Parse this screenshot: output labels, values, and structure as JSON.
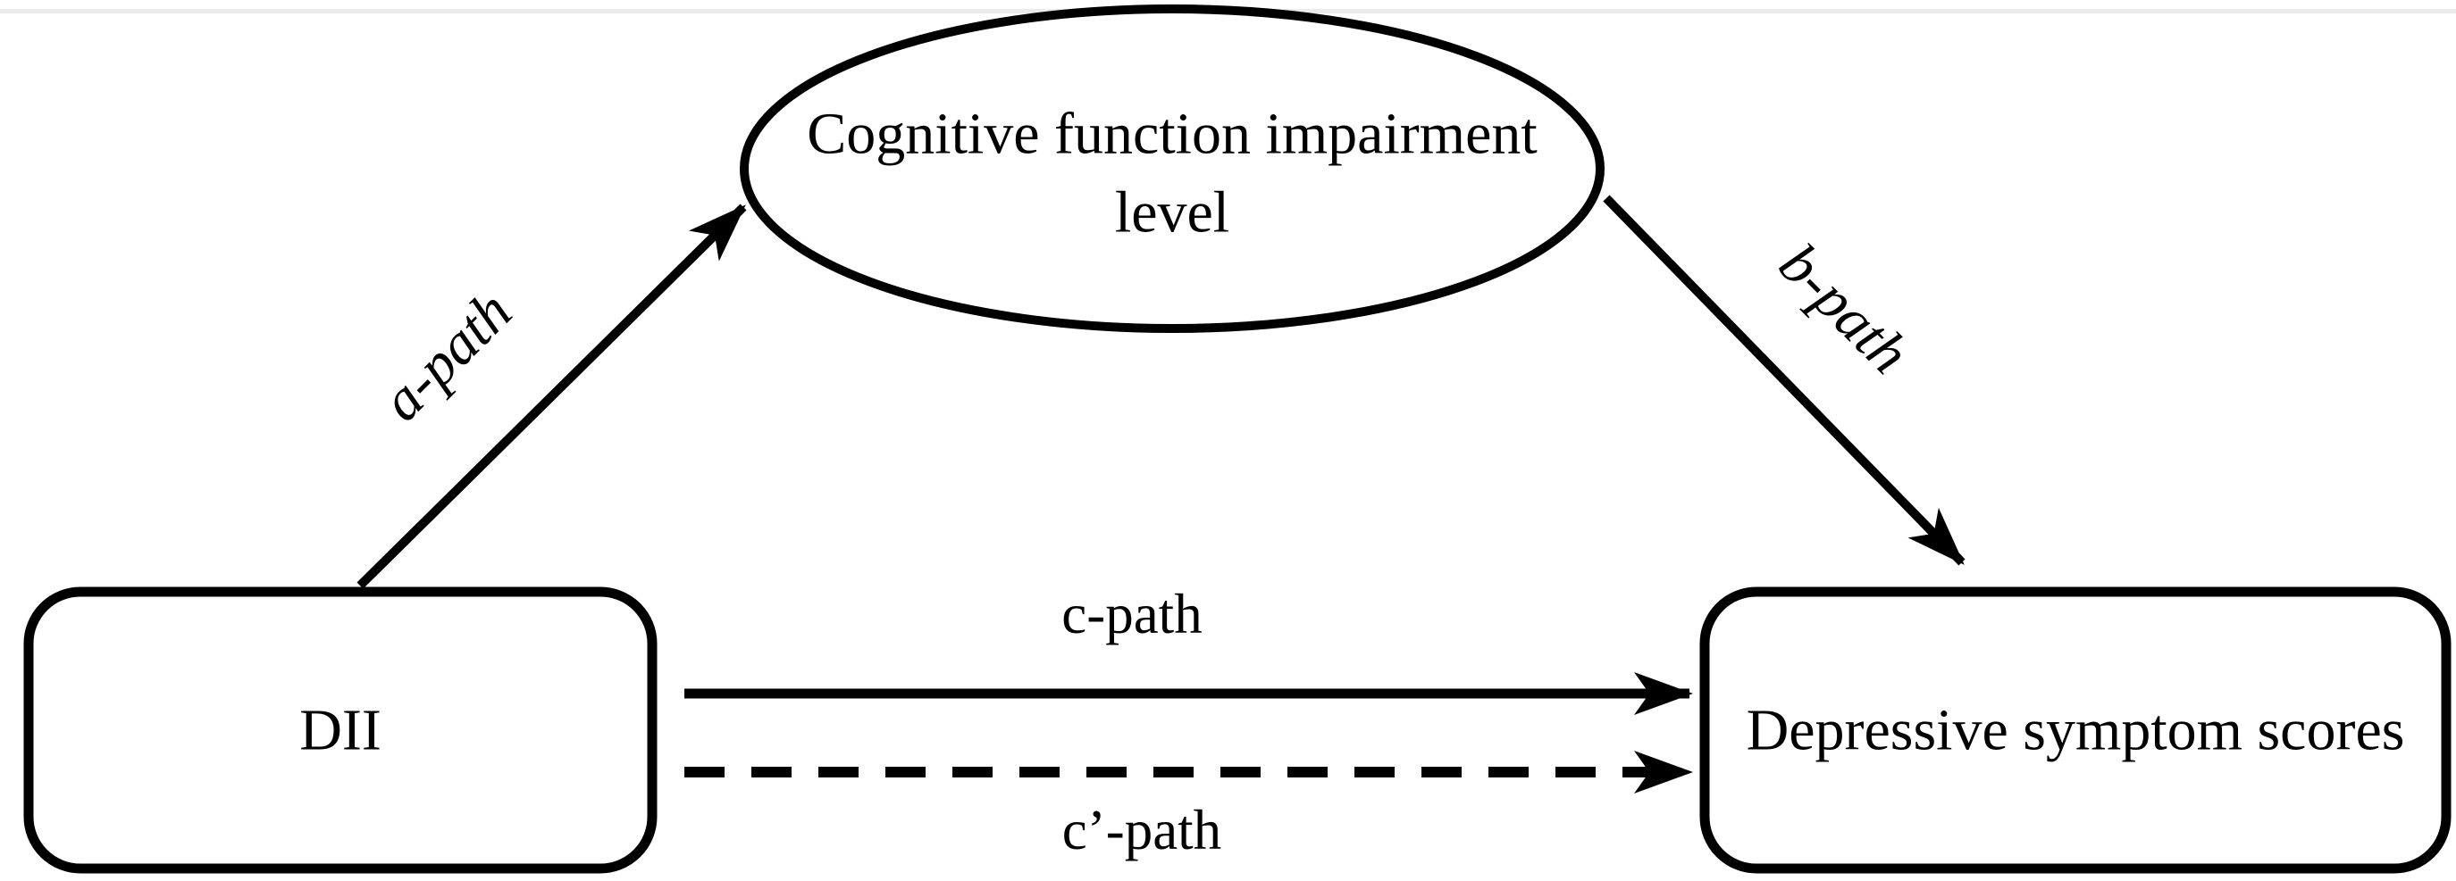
{
  "figure": {
    "background_color": "#ffffff",
    "ink_color": "#000000",
    "top_rule_color": "#ebebeb",
    "diagram_type": "mediation-path-model"
  },
  "nodes": {
    "mediator": {
      "shape": "ellipse",
      "label_line1": "Cognitive function impairment",
      "label_line2": "level"
    },
    "predictor": {
      "shape": "rounded-rectangle",
      "label": "DII"
    },
    "outcome": {
      "shape": "rounded-rectangle",
      "label": "Depressive symptom scores"
    }
  },
  "paths": {
    "a": {
      "label": "a-path",
      "line_style": "solid",
      "from": "predictor",
      "to": "mediator"
    },
    "b": {
      "label": "b-path",
      "line_style": "solid",
      "from": "mediator",
      "to": "outcome"
    },
    "c": {
      "label": "c-path",
      "line_style": "solid",
      "from": "predictor",
      "to": "outcome"
    },
    "c_prime": {
      "label": "c’-path",
      "line_style": "dashed",
      "from": "predictor",
      "to": "outcome"
    }
  }
}
